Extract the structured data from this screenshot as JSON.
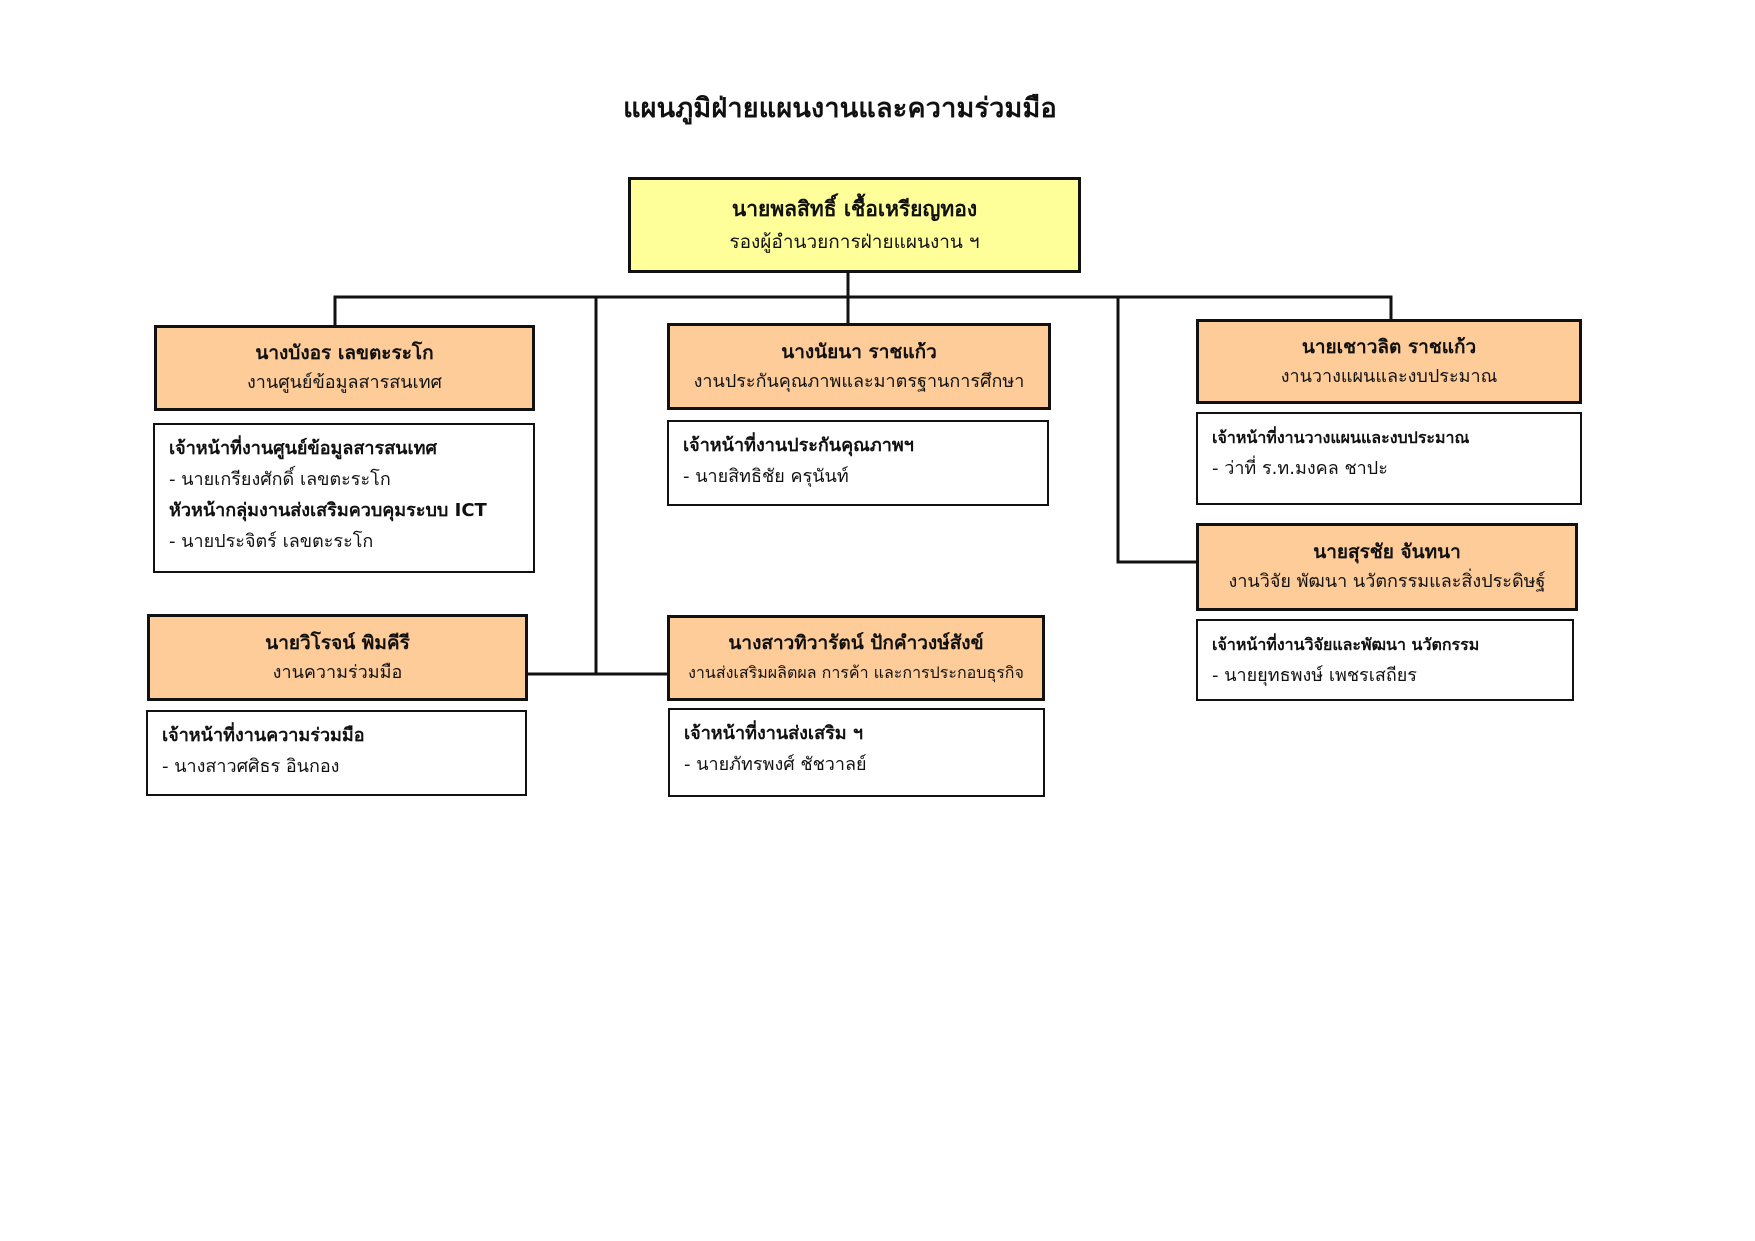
{
  "title": "แผนภูมิฝ่ายแผนงานและความร่วมมือ",
  "colors": {
    "head_fill": "#ffff99",
    "unit_fill": "#fdcc99",
    "staff_fill": "#ffffff",
    "line": "#111111"
  },
  "head": {
    "name": "นายพลสิทธิ์  เชื้อเหรียญทอง",
    "role": "รองผู้อำนวยการฝ่ายแผนงาน ฯ"
  },
  "units": {
    "info_center": {
      "name": "นางบังอร เลขตะระโก",
      "role": "งานศูนย์ข้อมูลสารสนเทศ",
      "staff": [
        {
          "title": "เจ้าหน้าที่งานศูนย์ข้อมูลสารสนเทศ",
          "person": "- นายเกรียงศักดิ์ เลขตะระโก"
        },
        {
          "title": "หัวหน้ากลุ่มงานส่งเสริมควบคุมระบบ ICT",
          "person": "- นายประจิตร์ เลขตะระโก"
        }
      ]
    },
    "quality": {
      "name": "นางนัยนา ราชแก้ว",
      "role": "งานประกันคุณภาพและมาตรฐานการศึกษา",
      "staff": [
        {
          "title": "เจ้าหน้าที่งานประกันคุณภาพฯ",
          "person": "- นายสิทธิชัย ครุนันท์"
        }
      ]
    },
    "planning": {
      "name": "นายเชาวลิต ราชแก้ว",
      "role": "งานวางแผนและงบประมาณ",
      "staff": [
        {
          "title": "เจ้าหน้าที่งานวางแผนและงบประมาณ",
          "person": "- ว่าที่ ร.ท.มงคล  ชาปะ"
        }
      ]
    },
    "research": {
      "name": "นายสุรชัย จันทนา",
      "role": "งานวิจัย พัฒนา นวัตกรรมและสิ่งประดิษฐ์",
      "staff": [
        {
          "title": "เจ้าหน้าที่งานวิจัยและพัฒนา นวัตกรรม",
          "person": "- นายยุทธพงษ์ เพชรเสถียร"
        }
      ]
    },
    "cooperation": {
      "name": "นายวิโรจน์ พิมคีรี",
      "role": "งานความร่วมมือ",
      "staff": [
        {
          "title": "เจ้าหน้าที่งานความร่วมมือ",
          "person": "- นางสาวศศิธร อินกอง"
        }
      ]
    },
    "business": {
      "name": "นางสาวทิวารัตน์ ปักคำวงษ์สังข์",
      "role": "งานส่งเสริมผลิตผล การค้า และการประกอบธุรกิจ",
      "staff": [
        {
          "title": "เจ้าหน้าที่งานส่งเสริม ฯ",
          "person": "- นายภัทรพงศ์ ชัชวาลย์"
        }
      ]
    }
  }
}
